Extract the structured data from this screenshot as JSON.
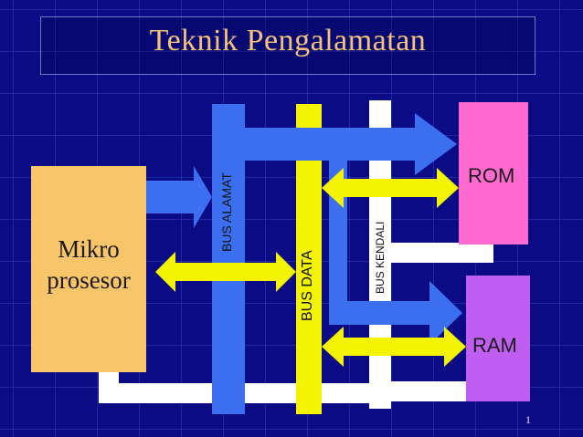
{
  "slide": {
    "title": "Teknik Pengalamatan",
    "page_number": "1"
  },
  "components": {
    "microprocessor": {
      "line1": "Mikro",
      "line2": "prosesor"
    },
    "rom": "ROM",
    "ram": "RAM"
  },
  "buses": {
    "address": "BUS ALAMAT",
    "data": "BUS DATA",
    "control": "BUS KENDALI"
  },
  "colors": {
    "background": "#0b0b86",
    "title": "#f6c27a",
    "microprocessor": "#f9c56a",
    "rom": "#ff6ad1",
    "ram": "#bf5ef0",
    "address_bus": "#3b6ff0",
    "data_bus": "#f4f400",
    "control_bus": "#ffffff"
  }
}
